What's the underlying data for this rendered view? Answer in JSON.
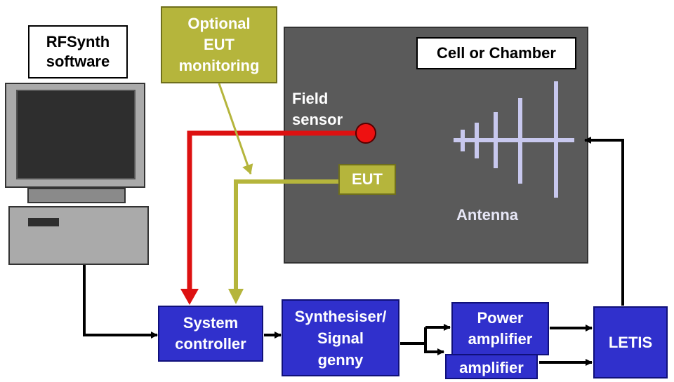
{
  "software": {
    "label": "RFSynth\nsoftware"
  },
  "monitoring": {
    "label": "Optional\nEUT\nmonitoring"
  },
  "chamber": {
    "label": "Cell or Chamber"
  },
  "sensor": {
    "label": "Field\nsensor"
  },
  "eut": {
    "label": "EUT"
  },
  "antenna": {
    "label": "Antenna"
  },
  "controller": {
    "label": "System\ncontroller"
  },
  "synth": {
    "label": "Synthesiser/\nSignal\ngenny"
  },
  "power_amp": {
    "label": "Power\namplifier"
  },
  "amp2": {
    "label": "amplifier"
  },
  "letis": {
    "label": "LETIS"
  },
  "colors": {
    "red_wire": "#dd1111",
    "olive_wire": "#b5b53c",
    "box_blue": "#3030cc",
    "chamber_gray": "#5a5a5a",
    "antenna": "#c8c8ee"
  }
}
